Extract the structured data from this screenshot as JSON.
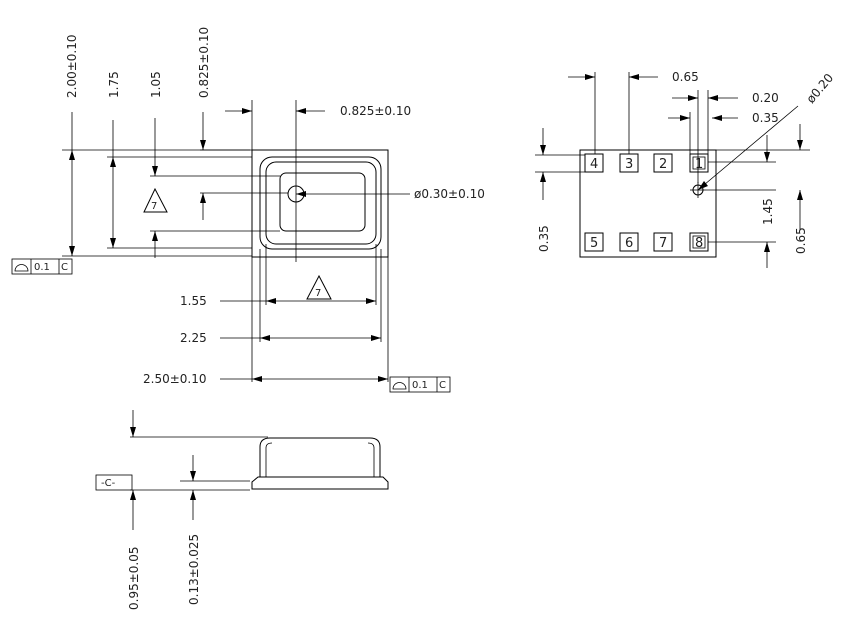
{
  "top_view": {
    "dim_height_total": "2.00±0.10",
    "dim_175": "1.75",
    "dim_105": "1.05",
    "dim_0825_vertical": "0.825±0.10",
    "dim_0825_horizontal": "0.825±0.10",
    "dim_port": "ø0.30±0.10",
    "dim_155": "1.55",
    "dim_225": "2.25",
    "dim_width_total": "2.50±0.10",
    "triangle_note": "7",
    "fcf_left": {
      "value": "0.1",
      "datum": "C"
    },
    "fcf_bottom": {
      "value": "0.1",
      "datum": "C"
    }
  },
  "bottom_view": {
    "pins": [
      "1",
      "2",
      "3",
      "4",
      "5",
      "6",
      "7",
      "8"
    ],
    "dim_065_top": "0.65",
    "dim_020": "0.20",
    "dim_035_right": "0.35",
    "dim_pad_dia": "ø0.20",
    "dim_035_left": "0.35",
    "dim_145": "1.45",
    "dim_065_right": "0.65"
  },
  "side_view": {
    "datum_label": "-C-",
    "dim_height": "0.95±0.05",
    "dim_substrate": "0.13±0.025"
  }
}
